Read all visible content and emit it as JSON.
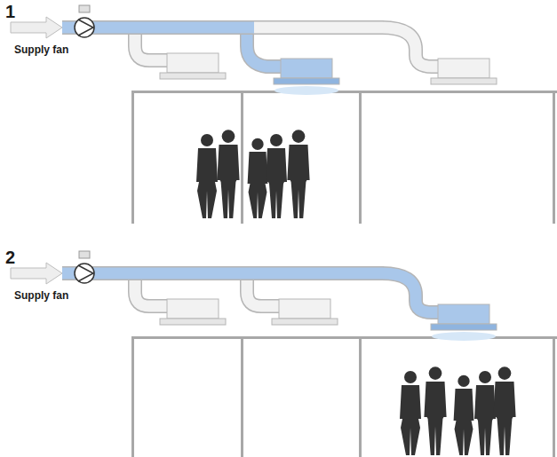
{
  "diagram": {
    "labels": [
      "1",
      "Supply fan",
      "2",
      "Supply fan"
    ]
  }
}
